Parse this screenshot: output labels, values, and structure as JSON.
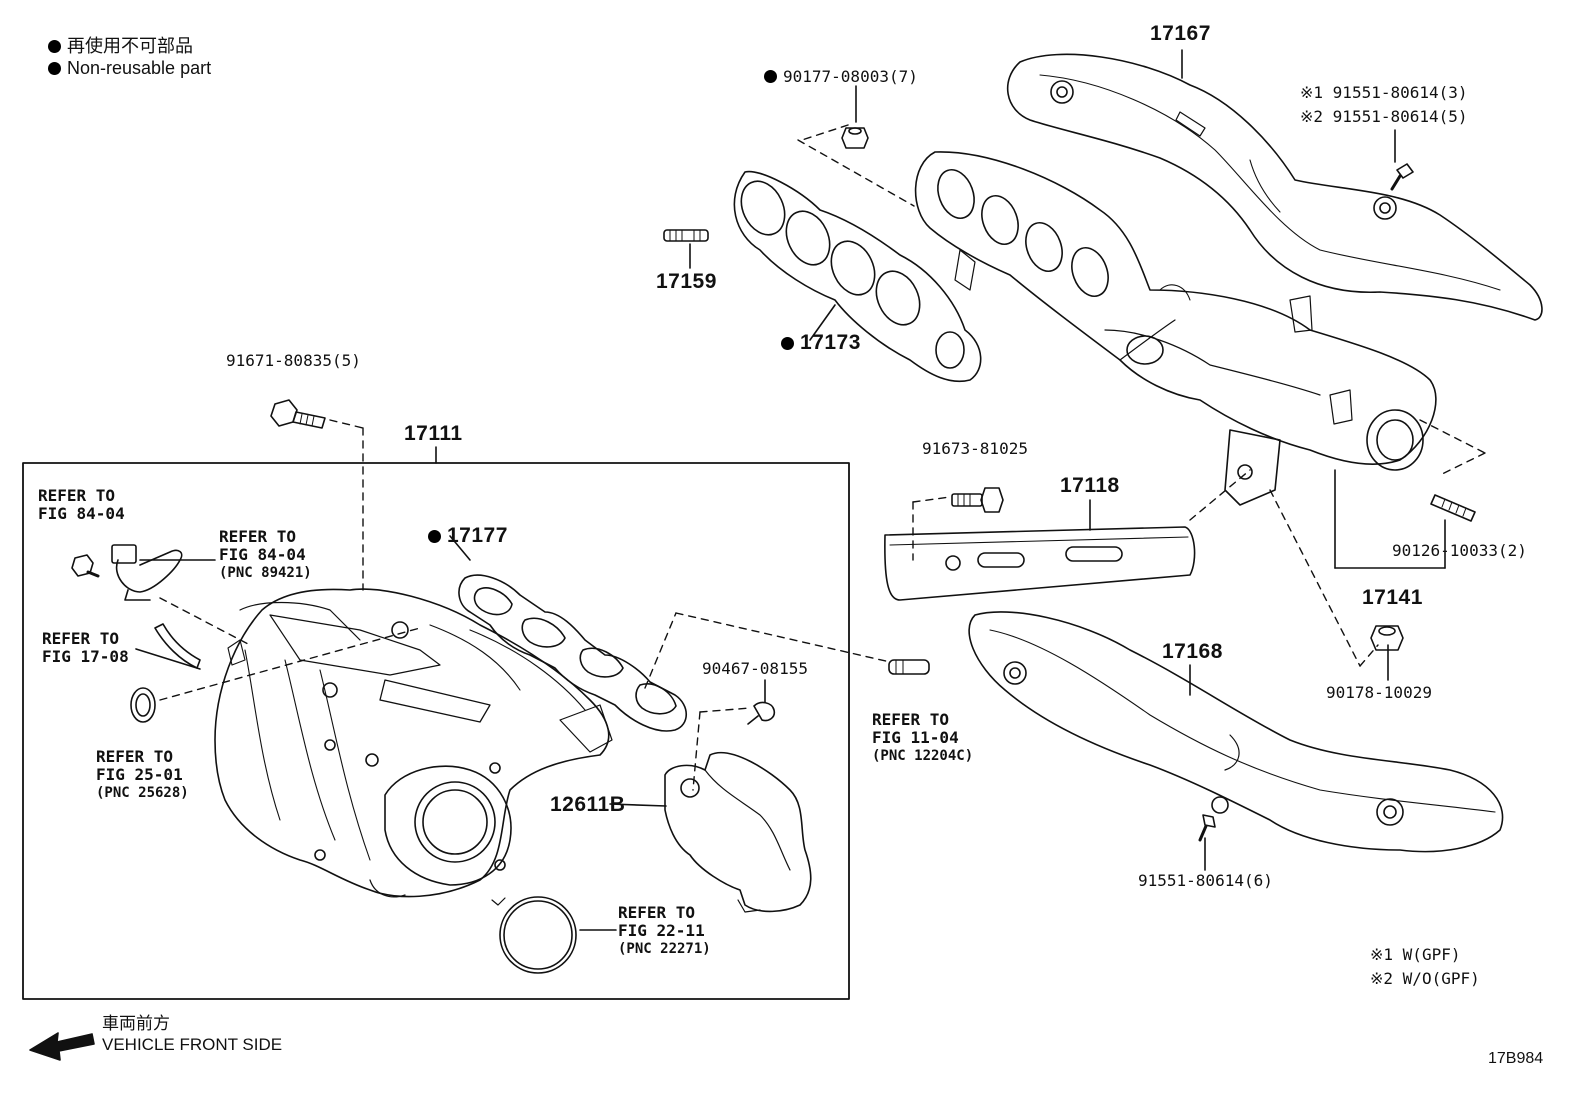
{
  "legend": {
    "non_reusable_jp": "再使用不可部品",
    "non_reusable_en": "Non-reusable part"
  },
  "direction": {
    "jp": "車両前方",
    "en": "VEHICLE FRONT SIDE"
  },
  "figure_code": "17B984",
  "notes": {
    "note1": "※1 W(GPF)",
    "note2": "※2 W/O(GPF)"
  },
  "parts": {
    "p17167": "17167",
    "p90177": "90177-08003(7)",
    "p91551_a": "※1 91551-80614(3)",
    "p91551_b": "※2 91551-80614(5)",
    "p17159": "17159",
    "p17173": "17173",
    "p91671": "91671-80835(5)",
    "p17111": "17111",
    "p91673": "91673-81025",
    "p17118": "17118",
    "p90126": "90126-10033(2)",
    "p17141": "17141",
    "p17177": "17177",
    "p17168": "17168",
    "p90178": "90178-10029",
    "p90467": "90467-08155",
    "p12611b": "12611B",
    "p91551_c": "91551-80614(6)"
  },
  "refs": {
    "r8404a": {
      "line1": "REFER TO",
      "line2": "FIG 84-04"
    },
    "r8404b": {
      "line1": "REFER TO",
      "line2": "FIG 84-04",
      "pnc": "(PNC 89421)"
    },
    "r1708": {
      "line1": "REFER TO",
      "line2": "FIG 17-08"
    },
    "r2501": {
      "line1": "REFER TO",
      "line2": "FIG 25-01",
      "pnc": "(PNC 25628)"
    },
    "r1104": {
      "line1": "REFER TO",
      "line2": "FIG 11-04",
      "pnc": "(PNC 12204C)"
    },
    "r2211": {
      "line1": "REFER TO",
      "line2": "FIG 22-11",
      "pnc": "(PNC 22271)"
    }
  }
}
